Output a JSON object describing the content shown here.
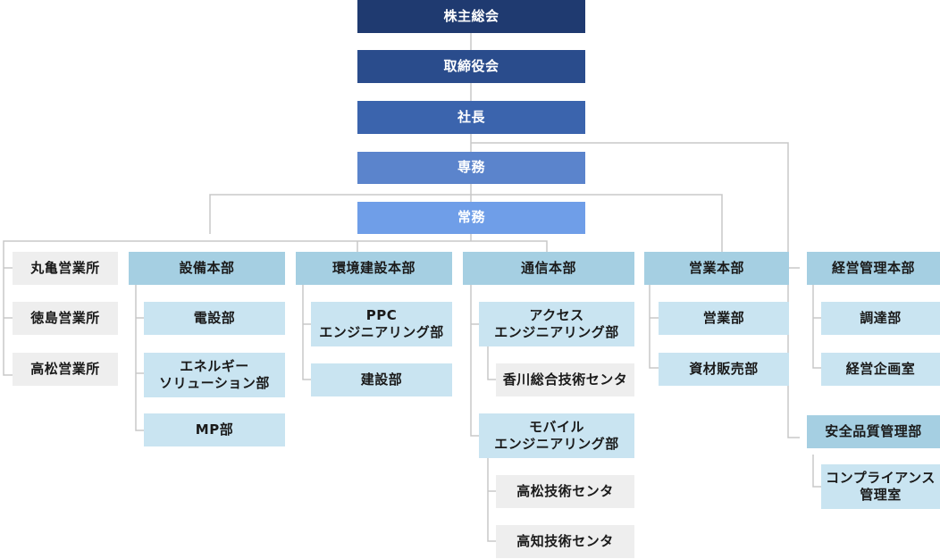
{
  "org": {
    "shareholders": "株主総会",
    "board": "取締役会",
    "president": "社長",
    "senior_md": "専務",
    "md": "常務",
    "branches": [
      "丸亀営業所",
      "徳島営業所",
      "高松営業所"
    ],
    "facilities": {
      "head": "設備本部",
      "depts": [
        "電設部",
        "エネルギー\nソリューション部",
        "MP部"
      ]
    },
    "environment": {
      "head": "環境建設本部",
      "depts": [
        "PPC\nエンジニアリング部",
        "建設部"
      ]
    },
    "telecom": {
      "head": "通信本部",
      "access": "アクセス\nエンジニアリング部",
      "kagawa_center": "香川総合技術センタ",
      "mobile": "モバイル\nエンジニアリング部",
      "takamatsu_center": "高松技術センタ",
      "kochi_center": "高知技術センタ"
    },
    "sales": {
      "head": "営業本部",
      "depts": [
        "営業部",
        "資材販売部"
      ]
    },
    "management": {
      "head": "経営管理本部",
      "depts": [
        "調達部",
        "経営企画室"
      ]
    },
    "safety": {
      "head": "安全品質管理部",
      "depts": [
        "コンプライアンス\n管理室"
      ]
    }
  },
  "colors": {
    "line": "#c8c8c8"
  }
}
